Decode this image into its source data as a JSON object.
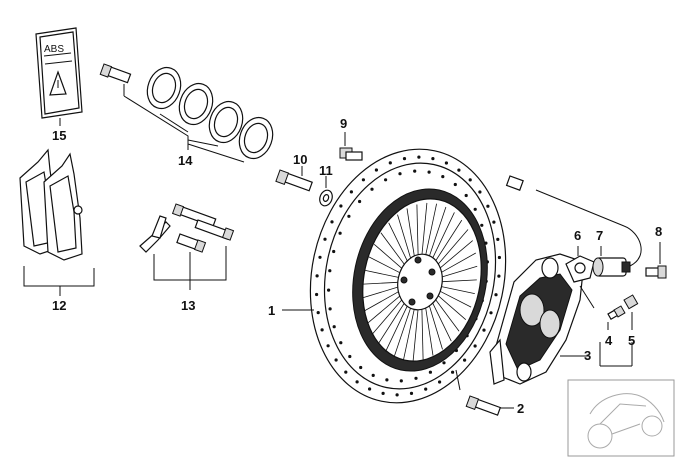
{
  "callouts": {
    "c1": "1",
    "c2": "2",
    "c3": "3",
    "c4": "4",
    "c5": "5",
    "c6": "6",
    "c7": "7",
    "c8": "8",
    "c9": "9",
    "c10": "10",
    "c11": "11",
    "c12": "12",
    "c13": "13",
    "c14": "14",
    "c15": "15"
  },
  "label_15": {
    "brand": "ABS"
  }
}
